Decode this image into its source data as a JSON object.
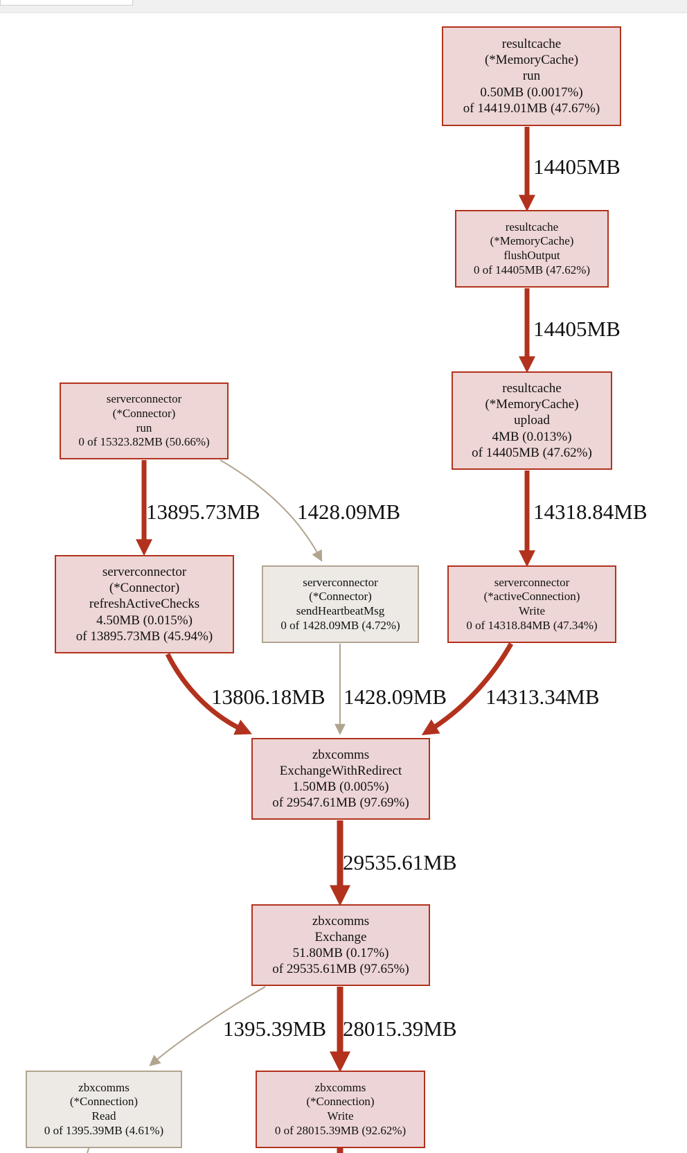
{
  "nodes": [
    {
      "id": "rc_run",
      "lines": [
        "resultcache",
        "(*MemoryCache)",
        "run",
        "0.50MB (0.0017%)",
        "of 14419.01MB (47.67%)"
      ]
    },
    {
      "id": "rc_flush",
      "lines": [
        "resultcache",
        "(*MemoryCache)",
        "flushOutput",
        "0 of 14405MB (47.62%)"
      ]
    },
    {
      "id": "rc_upload",
      "lines": [
        "resultcache",
        "(*MemoryCache)",
        "upload",
        "4MB (0.013%)",
        "of 14405MB (47.62%)"
      ]
    },
    {
      "id": "sc_run",
      "lines": [
        "serverconnector",
        "(*Connector)",
        "run",
        "0 of 15323.82MB (50.66%)"
      ]
    },
    {
      "id": "sc_refresh",
      "lines": [
        "serverconnector",
        "(*Connector)",
        "refreshActiveChecks",
        "4.50MB (0.015%)",
        "of 13895.73MB (45.94%)"
      ]
    },
    {
      "id": "sc_heartbeat",
      "lines": [
        "serverconnector",
        "(*Connector)",
        "sendHeartbeatMsg",
        "0 of 1428.09MB (4.72%)"
      ]
    },
    {
      "id": "sc_write",
      "lines": [
        "serverconnector",
        "(*activeConnection)",
        "Write",
        "0 of 14318.84MB (47.34%)"
      ]
    },
    {
      "id": "zc_xwr",
      "lines": [
        "zbxcomms",
        "ExchangeWithRedirect",
        "1.50MB (0.005%)",
        "of 29547.61MB (97.69%)"
      ]
    },
    {
      "id": "zc_exchange",
      "lines": [
        "zbxcomms",
        "Exchange",
        "51.80MB (0.17%)",
        "of 29535.61MB (97.65%)"
      ]
    },
    {
      "id": "zc_read",
      "lines": [
        "zbxcomms",
        "(*Connection)",
        "Read",
        "0 of 1395.39MB (4.61%)"
      ]
    },
    {
      "id": "zc_write",
      "lines": [
        "zbxcomms",
        "(*Connection)",
        "Write",
        "0 of 28015.39MB (92.62%)"
      ]
    }
  ],
  "edges": [
    {
      "id": "e1",
      "from": "rc_run",
      "to": "rc_flush",
      "label": "14405MB"
    },
    {
      "id": "e2",
      "from": "rc_flush",
      "to": "rc_upload",
      "label": "14405MB"
    },
    {
      "id": "e3",
      "from": "rc_upload",
      "to": "sc_write",
      "label": "14318.84MB"
    },
    {
      "id": "e4",
      "from": "sc_run",
      "to": "sc_refresh",
      "label": "13895.73MB"
    },
    {
      "id": "e5",
      "from": "sc_run",
      "to": "sc_heartbeat",
      "label": "1428.09MB"
    },
    {
      "id": "e6",
      "from": "sc_refresh",
      "to": "zc_xwr",
      "label": "13806.18MB"
    },
    {
      "id": "e7",
      "from": "sc_heartbeat",
      "to": "zc_xwr",
      "label": "1428.09MB"
    },
    {
      "id": "e8",
      "from": "sc_write",
      "to": "zc_xwr",
      "label": "14313.34MB"
    },
    {
      "id": "e9",
      "from": "zc_xwr",
      "to": "zc_exchange",
      "label": "29535.61MB"
    },
    {
      "id": "e10",
      "from": "zc_exchange",
      "to": "zc_read",
      "label": "1395.39MB"
    },
    {
      "id": "e11",
      "from": "zc_exchange",
      "to": "zc_write",
      "label": "28015.39MB"
    }
  ],
  "colors": {
    "hot_edge": "#b2321d",
    "cold_edge": "#b1a48f",
    "hot_fill": "#edd6d5",
    "cold_fill": "#edeae6"
  }
}
